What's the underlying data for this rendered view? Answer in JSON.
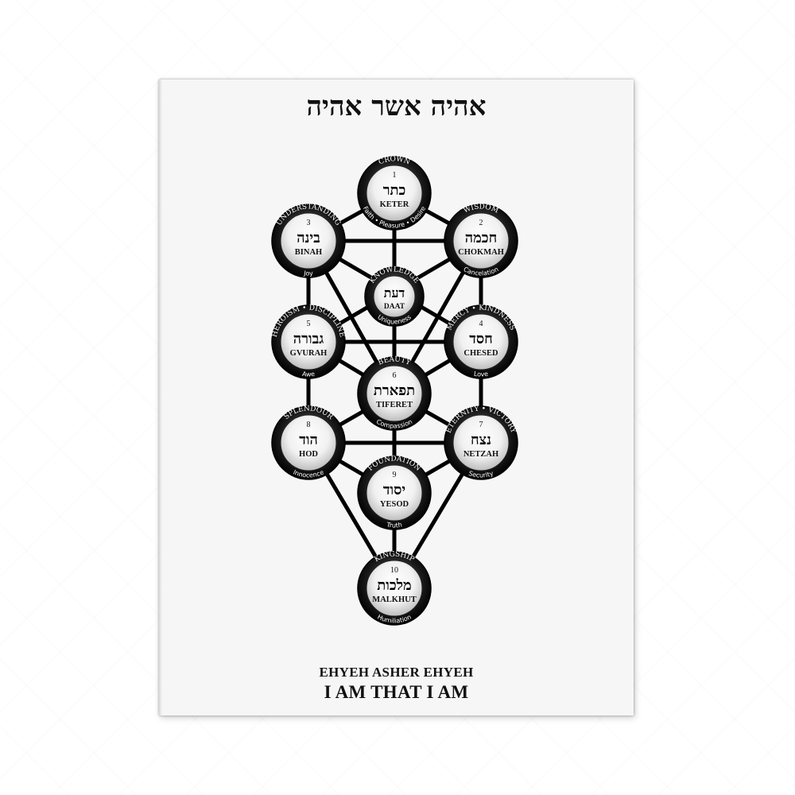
{
  "title_hebrew": "אהיה אשר אהיה",
  "caption_transliteration": "EHYEH ASHER EHYEH",
  "caption_english": "I AM THAT I AM",
  "sefirot": [
    {
      "id": "keter",
      "number": "1",
      "hebrew": "כתר",
      "name": "KETER",
      "top": "CROWN",
      "bottom": "Faith • Pleasure • Desire"
    },
    {
      "id": "chokmah",
      "number": "2",
      "hebrew": "חכמה",
      "name": "CHOKMAH",
      "top": "WISDOM",
      "bottom": "Cancelation"
    },
    {
      "id": "binah",
      "number": "3",
      "hebrew": "בינה",
      "name": "BINAH",
      "top": "UNDERSTANDING",
      "bottom": "Joy"
    },
    {
      "id": "daat",
      "number": "",
      "hebrew": "דעת",
      "name": "DAAT",
      "top": "KNOWLEDGE",
      "bottom": "Uniqueness"
    },
    {
      "id": "chesed",
      "number": "4",
      "hebrew": "חסד",
      "name": "CHESED",
      "top": "MERCY • KINDNESS",
      "bottom": "Love"
    },
    {
      "id": "gvurah",
      "number": "5",
      "hebrew": "גבורה",
      "name": "GVURAH",
      "top": "HEROISM • DISCIPLINE",
      "bottom": "Awe"
    },
    {
      "id": "tiferet",
      "number": "6",
      "hebrew": "תפארת",
      "name": "TIFERET",
      "top": "BEAUTY",
      "bottom": "Compassion"
    },
    {
      "id": "netzah",
      "number": "7",
      "hebrew": "נצח",
      "name": "NETZAH",
      "top": "ETERNITY • VICTORY",
      "bottom": "Security"
    },
    {
      "id": "hod",
      "number": "8",
      "hebrew": "הוד",
      "name": "HOD",
      "top": "SPLENDOUR",
      "bottom": "Innocence"
    },
    {
      "id": "yesod",
      "number": "9",
      "hebrew": "יסוד",
      "name": "YESOD",
      "top": "FOUNDATION",
      "bottom": "Truth"
    },
    {
      "id": "malkhut",
      "number": "10",
      "hebrew": "מלכות",
      "name": "MALKHUT",
      "top": "KINGSHIP",
      "bottom": "Humiliation"
    }
  ],
  "paths": [
    [
      "keter",
      "binah"
    ],
    [
      "keter",
      "chokmah"
    ],
    [
      "keter",
      "tiferet"
    ],
    [
      "binah",
      "chokmah"
    ],
    [
      "binah",
      "gvurah"
    ],
    [
      "chokmah",
      "chesed"
    ],
    [
      "binah",
      "tiferet"
    ],
    [
      "chokmah",
      "tiferet"
    ],
    [
      "binah",
      "chesed"
    ],
    [
      "chokmah",
      "gvurah"
    ],
    [
      "gvurah",
      "chesed"
    ],
    [
      "gvurah",
      "tiferet"
    ],
    [
      "chesed",
      "tiferet"
    ],
    [
      "gvurah",
      "hod"
    ],
    [
      "chesed",
      "netzah"
    ],
    [
      "tiferet",
      "hod"
    ],
    [
      "tiferet",
      "netzah"
    ],
    [
      "tiferet",
      "yesod"
    ],
    [
      "hod",
      "netzah"
    ],
    [
      "hod",
      "yesod"
    ],
    [
      "netzah",
      "yesod"
    ],
    [
      "hod",
      "malkhut"
    ],
    [
      "netzah",
      "malkhut"
    ],
    [
      "yesod",
      "malkhut"
    ]
  ]
}
